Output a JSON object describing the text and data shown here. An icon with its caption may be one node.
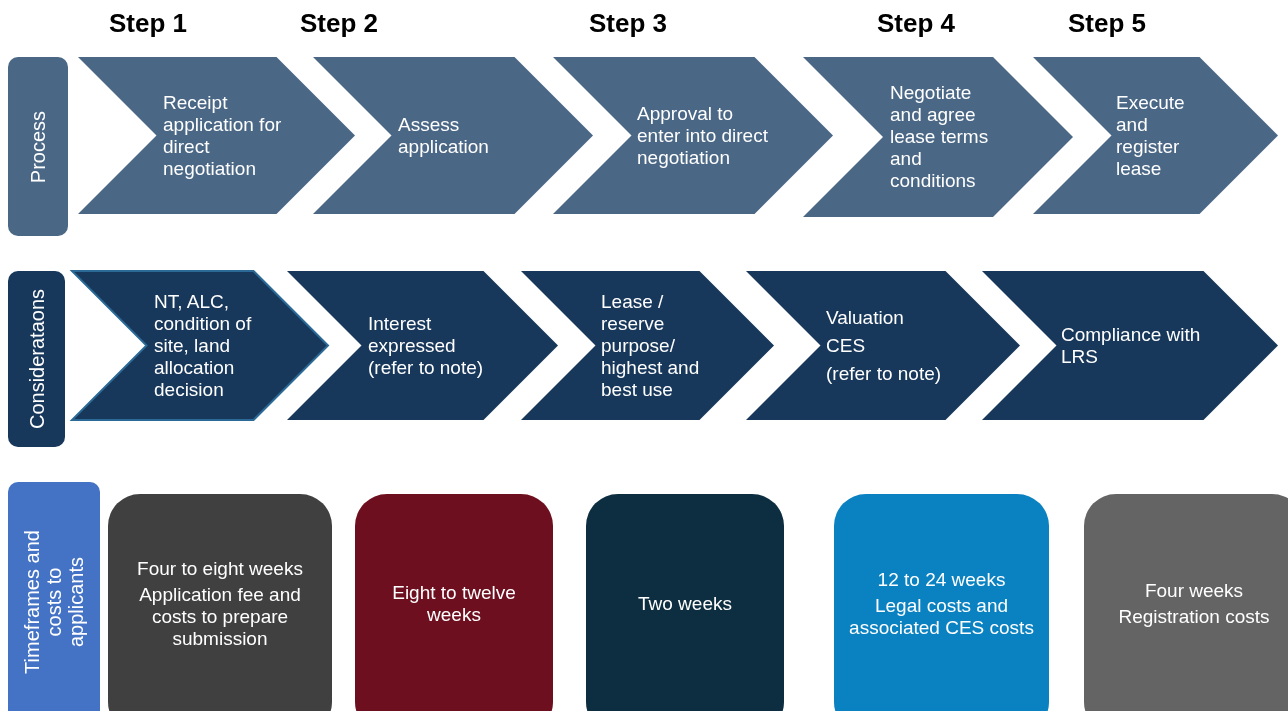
{
  "diagram": {
    "nodes": [
      {
        "text": [
          "Process"
        ]
      },
      {
        "text": [
          "Receipt application for direct negotiation"
        ]
      },
      {
        "text": [
          "Assess application"
        ]
      },
      {
        "text": [
          "Approval to enter into direct negotiation"
        ]
      },
      {
        "text": [
          "Negotiate and agree lease terms and conditions"
        ]
      },
      {
        "text": [
          "Execute and register lease"
        ]
      },
      {
        "text": [
          "Considerataons"
        ]
      },
      {
        "text": [
          "NT, ALC, condition of site, land allocation decision"
        ]
      },
      {
        "text": [
          "Interest expressed (refer to note)"
        ]
      },
      {
        "text": [
          "Lease / reserve purpose/ highest and best use"
        ]
      },
      {
        "text": [
          "Valuation",
          "CES",
          "(refer to note)"
        ]
      },
      {
        "text": [
          "Compliance with LRS"
        ]
      },
      {
        "text": [
          "Timeframes and costs to applicants"
        ]
      },
      {
        "text": [
          "Four to eight weeks",
          "Application fee and costs to prepare submission"
        ]
      },
      {
        "text": [
          "Eight to twelve weeks"
        ]
      },
      {
        "text": [
          "Two weeks"
        ]
      },
      {
        "text": [
          "12 to 24 weeks",
          "Legal costs and associated CES costs"
        ]
      },
      {
        "text": [
          "Four weeks",
          "Registration costs"
        ]
      }
    ],
    "edges": [],
    "labels": [
      "Step 1",
      "Step 2",
      "Step 3",
      "Step 4",
      "Step 5"
    ]
  }
}
